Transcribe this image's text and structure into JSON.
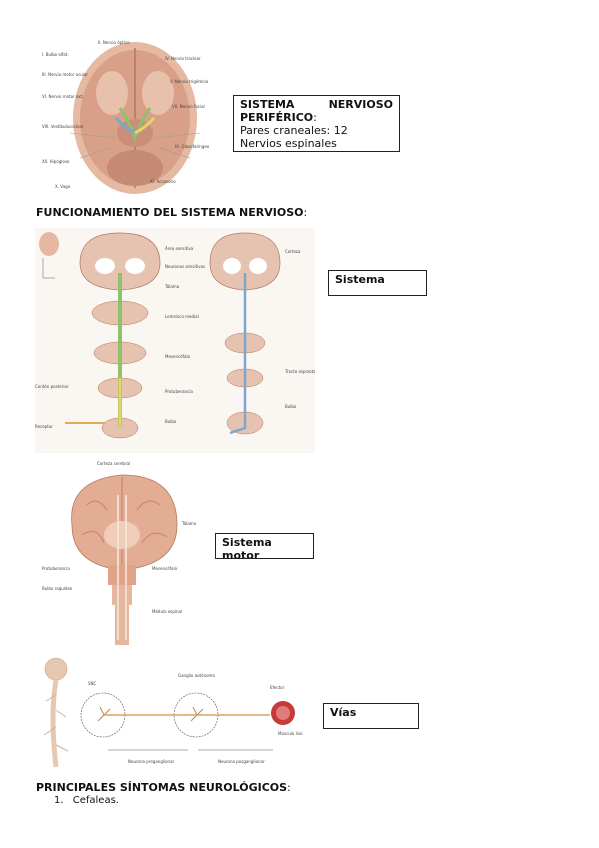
{
  "box_peripheral": {
    "title_a": "SISTEMA",
    "title_b": "NERVIOSO",
    "title_c": "PERIFÉRICO",
    "colon": ":",
    "line1": "Pares craneales: 12",
    "line2": "Nervios espinales"
  },
  "heading_funcionamiento": {
    "text": "FUNCIONAMIENTO DEL SISTEMA NERVIOSO",
    "colon": ":"
  },
  "box_sensory": {
    "text": "Sistema"
  },
  "box_motor": {
    "text": "Sistema",
    "cut": "motor"
  },
  "box_vias": {
    "text": "Vías"
  },
  "heading_sintomas": {
    "text": "PRINCIPALES SÍNTOMAS NEUROLÓGICOS",
    "colon": ":"
  },
  "list": {
    "items": [
      {
        "num": "1.",
        "text": "Cefaleas."
      }
    ]
  },
  "colors": {
    "tissue": "#d9a88e",
    "tissue_dark": "#b5765d",
    "nerve_green": "#8fc06a",
    "nerve_blue": "#7aa7cf",
    "brain_pink": "#e8b7a3",
    "spine": "#e6c7b0"
  }
}
